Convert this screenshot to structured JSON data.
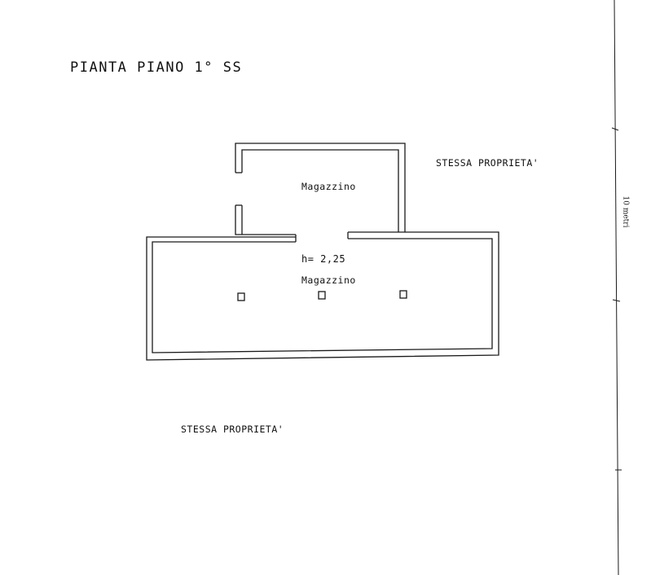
{
  "title": "PIANTA PIANO 1° SS",
  "neighbor_right": "STESSA PROPRIETA'",
  "neighbor_bottom": "STESSA PROPRIETA'",
  "rooms": {
    "upper": "Magazzino",
    "lower": "Magazzino"
  },
  "height_label": "h= 2,25",
  "scale_label": "10 metri",
  "colors": {
    "line": "#1a1a1a",
    "background": "#ffffff"
  }
}
